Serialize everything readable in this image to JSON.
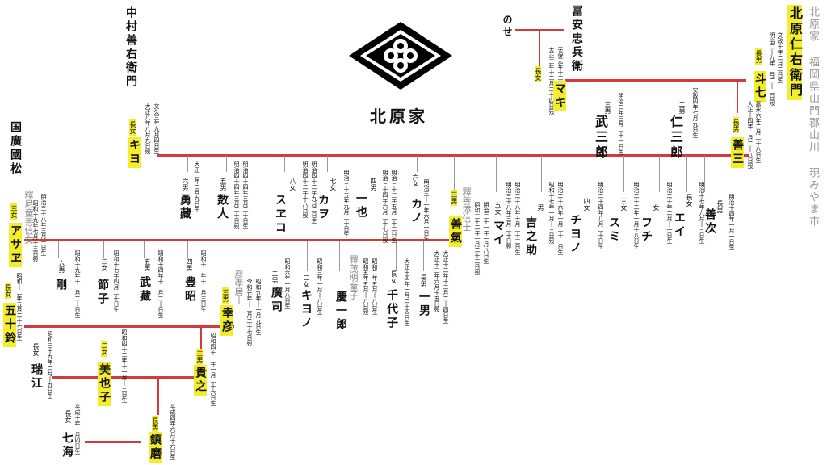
{
  "title": "北原家",
  "address": "北原家 福岡県山門郡山川 現みやま市",
  "people": [
    {
      "id": "jinemon",
      "name": "北原仁右衛門"
    },
    {
      "id": "toshichi",
      "rel": "長男",
      "name": "斗七",
      "dates": "明治二十九年一月二十二日歿",
      "dates2": "文政十年二月二日生"
    },
    {
      "id": "zenzo",
      "rel": "長男",
      "name": "善三",
      "dates": "大正十四年一月二十八日歿",
      "dates2": "嘉永六年二月二十八日生"
    },
    {
      "id": "jinzaburo",
      "rel": "二男",
      "name": "仁三郎",
      "dates": "安政四年七月九日生"
    },
    {
      "id": "takesaburo",
      "rel": "三男",
      "name": "武三郎",
      "dates": "明治二年三月二十一日生"
    },
    {
      "id": "maki",
      "rel": "長女",
      "name": "マキ",
      "dates": "天保元年十二月三日生",
      "dates2": "大正三年十二月二十四日歿"
    },
    {
      "id": "tomiyasu",
      "name": "冨安忠兵衛"
    },
    {
      "id": "nose",
      "name": "のせ"
    },
    {
      "id": "nakamura",
      "name": "中村善右衛門"
    },
    {
      "id": "kiyo",
      "rel": "長女",
      "name": "キヨ",
      "dates": "文久三年九月四日生",
      "dates2": "大正八年八月九日歿"
    },
    {
      "id": "zenji",
      "rel": "長男",
      "name": "善次",
      "dates": "明治十四年一月一日生"
    },
    {
      "id": "ei",
      "rel": "長女",
      "name": "エイ",
      "dates": "明治十七年九月十三日生"
    },
    {
      "id": "fuchi",
      "rel": "二女",
      "name": "フチ",
      "dates": "明治二十年二月十一日生"
    },
    {
      "id": "sumi",
      "rel": "三女",
      "name": "スミ",
      "dates": "明治二十二年一月十八日生"
    },
    {
      "id": "chiyono",
      "rel": "四女",
      "name": "チヨノ",
      "dates": "明治二十四年八月二十日生"
    },
    {
      "id": "kichinosuke",
      "rel": "二男",
      "name": "吉之助",
      "dates": "明治二十六年一月二十一日生",
      "dates2": "昭和十七年一月十三日歿"
    },
    {
      "id": "mai",
      "rel": "五女",
      "name": "マイ",
      "dates": "明治二十八年十月二十三日生",
      "dates2": "明治三十八年三月二十日歿"
    },
    {
      "id": "zenki",
      "rel": "三男",
      "name": "善氣",
      "posthumous": "釋善添信士",
      "dates": "明治三十一年一月八日生",
      "dates2": "昭和三十二年一月二十二日歿"
    },
    {
      "id": "kano",
      "rel": "六女",
      "name": "カノ",
      "dates": "明治三十一年六月一日生"
    },
    {
      "id": "issei",
      "rel": "四男",
      "name": "一也",
      "dates": "明治三十三年五月二十二日生",
      "dates2": "明治三十四年六月二十七日歿"
    },
    {
      "id": "kawo",
      "rel": "七女",
      "name": "カヲ",
      "dates": "明治三十五年九月二十日生"
    },
    {
      "id": "sueko",
      "rel": "八女",
      "name": "スヱコ",
      "dates": "明治四十二年九月二日生",
      "dates2": "明治四十二年十六日歿"
    },
    {
      "id": "kazuto",
      "rel": "五男",
      "name": "数人",
      "dates": "明治四十四年三月二十日生",
      "dates2": "明治四十四年三月二十日歿"
    },
    {
      "id": "yuzo",
      "rel": "六男",
      "name": "勇藏",
      "dates": "大正二年二月九日生"
    },
    {
      "id": "kokumatsu",
      "name": "国廣國松"
    },
    {
      "id": "asae",
      "rel": "三女",
      "name": "アサヱ",
      "posthumous": "釋尼童善信女",
      "dates": "明治三十八年三月一日生",
      "dates2": "昭和十九年七月十三日歿"
    },
    {
      "id": "ichio",
      "rel": "長男",
      "name": "一男",
      "dates": "大正十二年十二月二十四日生",
      "dates2": "大正十三年六月十五日歿"
    },
    {
      "id": "chiyoko",
      "rel": "長女",
      "name": "千代子",
      "dates": "大正十四年一月二十四日生"
    },
    {
      "id": "keiichiro",
      "rel": "長男",
      "name": "慶一郎",
      "posthumous": "釋茂明童子",
      "dates": "昭和二年五月十八日生",
      "dates2": "昭和五年五月十八日歿"
    },
    {
      "id": "kiyono",
      "rel": "二女",
      "name": "キヨノ",
      "dates": "昭和三年一月十八日生"
    },
    {
      "id": "koji",
      "rel": "二男",
      "name": "廣司",
      "dates": "昭和六年一月八日生"
    },
    {
      "id": "yukihiko",
      "rel": "三男",
      "name": "幸彦",
      "posthumous": "彦孝居士",
      "dates": "昭和九年十一月九日生",
      "dates2": "令和元年十二月二十七日歿"
    },
    {
      "id": "toyoaki",
      "rel": "四男",
      "name": "豊昭",
      "dates": "昭和十一年十一月三日生"
    },
    {
      "id": "takezo",
      "rel": "五男",
      "name": "武藏",
      "dates": "昭和十四年十一月二十日生"
    },
    {
      "id": "setsuko",
      "rel": "三女",
      "name": "節子",
      "dates": "昭和十七年四月二十日生"
    },
    {
      "id": "takeshi",
      "rel": "六男",
      "name": "剛",
      "dates": "昭和十九年十一月二十日生"
    },
    {
      "id": "isuzu",
      "rel": "長女",
      "name": "五十鈴",
      "dates": "昭和十二年五月二十七日生"
    },
    {
      "id": "mizue",
      "rel": "長女",
      "name": "瑞江",
      "dates": "昭和三十九年二月十九日生"
    },
    {
      "id": "miyako",
      "rel": "二女",
      "name": "美也子",
      "dates": "昭和四十二年十一月十三日生"
    },
    {
      "id": "takayuki",
      "rel": "三男",
      "name": "貴之",
      "dates": "昭和四十一年一月二十六日生"
    },
    {
      "id": "nanami",
      "rel": "長女",
      "name": "七海",
      "dates": "平成十年一月四日生"
    },
    {
      "id": "kazuma",
      "rel": "長男",
      "name": "鎮磨",
      "dates": "平成四年六月十六日生"
    }
  ],
  "colors": {
    "line": "#d23b3b",
    "highlight": "#f4ee2a",
    "crest": "#000000"
  }
}
